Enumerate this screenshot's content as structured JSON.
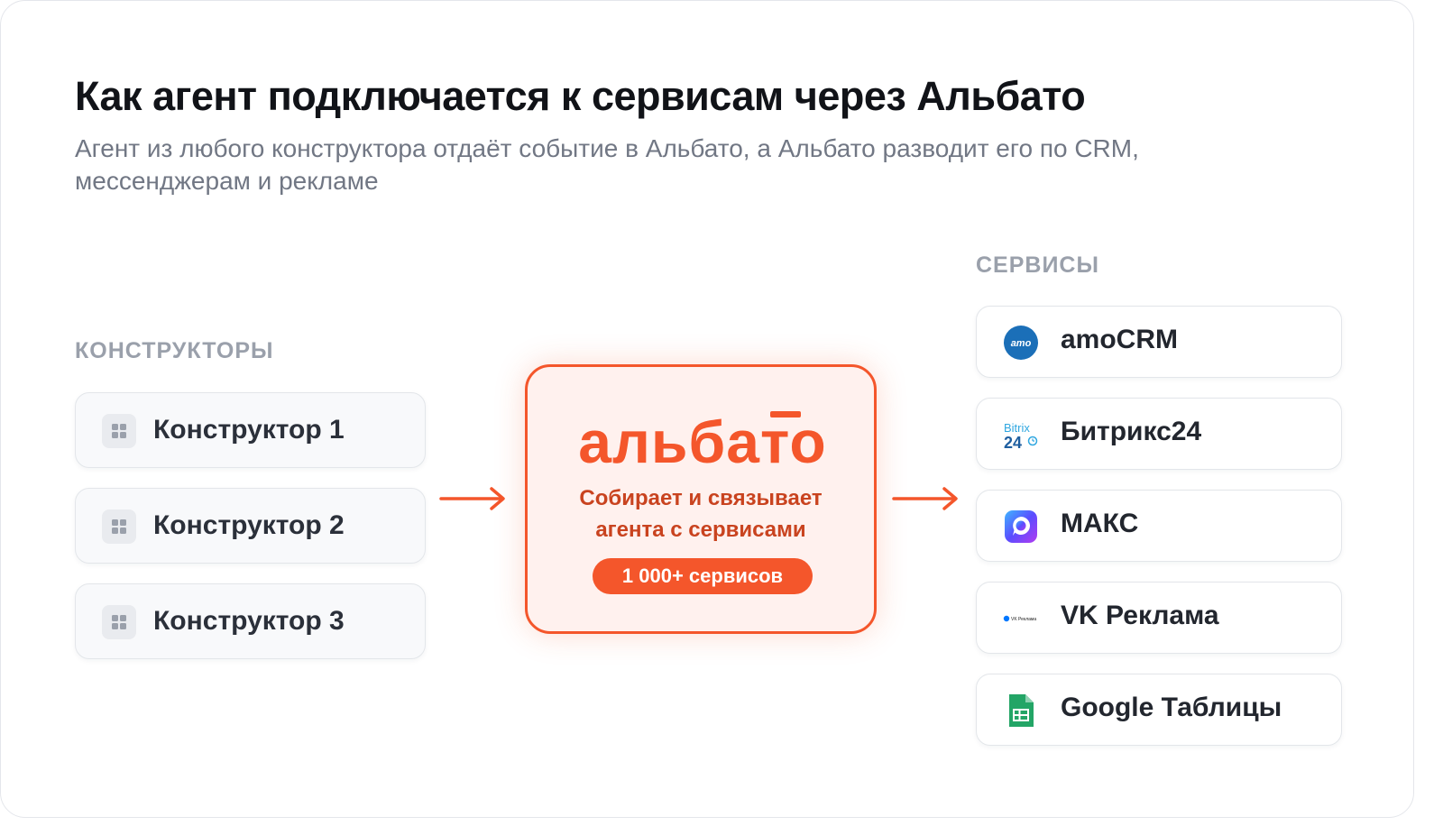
{
  "title": "Как агент подключается к сервисам через Альбато",
  "subtitle": "Агент из любого конструктора отдаёт событие в Альбато, а Альбато разводит его по CRM, мессенджерам и рекламе",
  "builders": {
    "label": "КОНСТРУКТОРЫ",
    "items": [
      {
        "label": "Конструктор 1",
        "icon": "grid-icon"
      },
      {
        "label": "Конструктор 2",
        "icon": "grid-icon"
      },
      {
        "label": "Конструктор 3",
        "icon": "grid-icon"
      }
    ]
  },
  "center": {
    "logo_text": "альбато",
    "description_line1": "Собирает и связывает",
    "description_line2": "агента с сервисами",
    "badge": "1 000+ сервисов",
    "accent_color": "#f4562b"
  },
  "services": {
    "label": "СЕРВИСЫ",
    "items": [
      {
        "label": "amoCRM",
        "icon": "amocrm-logo-icon",
        "icon_text": "amo"
      },
      {
        "label": "Битрикс24",
        "icon": "bitrix24-logo-icon",
        "icon_text_top": "Bitrix",
        "icon_text_bottom": "24"
      },
      {
        "label": "МАКС",
        "icon": "max-logo-icon"
      },
      {
        "label": "VK Реклама",
        "icon": "vk-ads-logo-icon",
        "icon_text": "VK Реклама"
      },
      {
        "label": "Google Таблицы",
        "icon": "google-sheets-icon"
      }
    ]
  }
}
